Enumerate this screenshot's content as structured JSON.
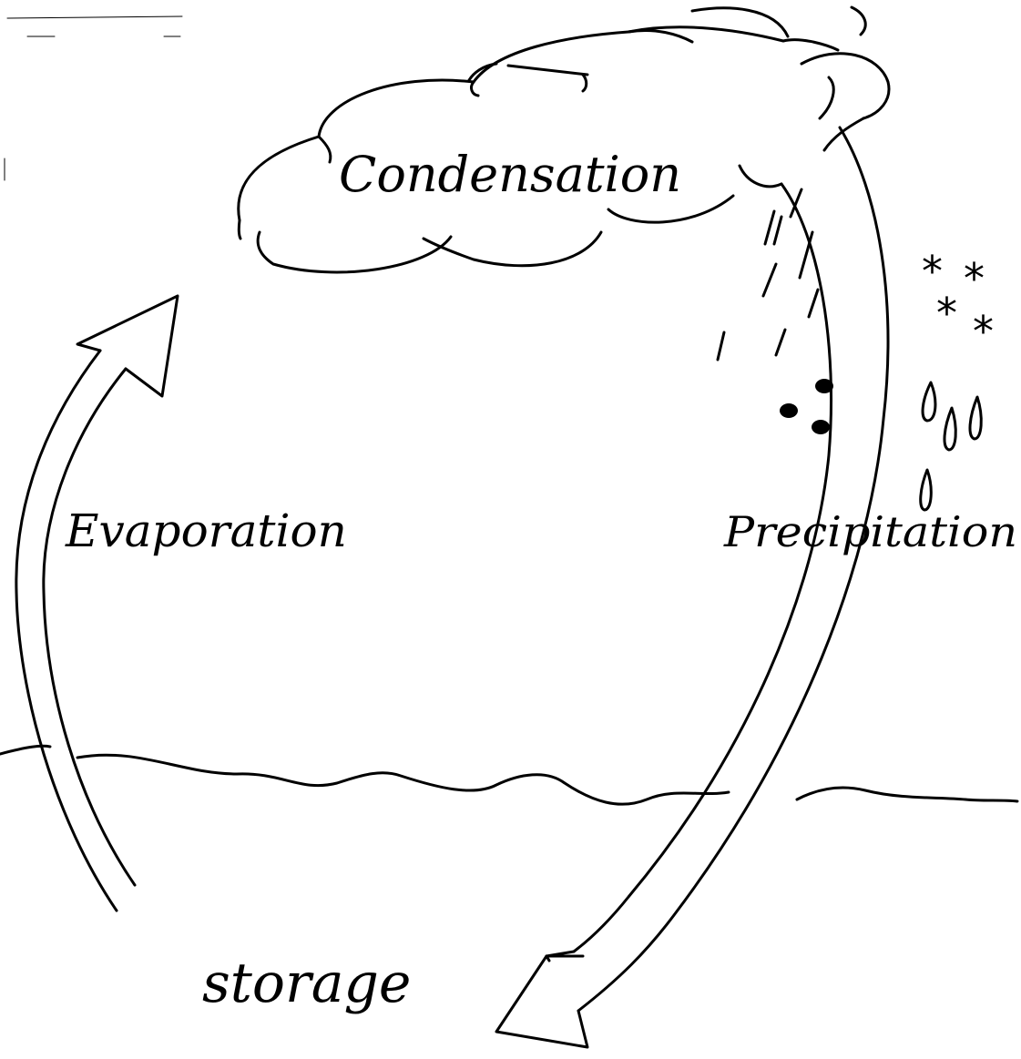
{
  "labels": {
    "condensation": "Condensation",
    "evaporation": "Evaporation",
    "precipitation": "Precipitation",
    "storage": "storage"
  },
  "icons": {
    "snow": "*",
    "rain": "/",
    "hail": "dot",
    "drop": "drop"
  },
  "colors": {
    "ink": "#000000",
    "paper": "#ffffff"
  }
}
